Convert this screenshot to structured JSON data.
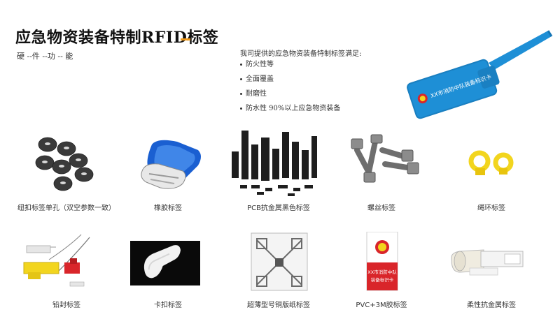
{
  "header": {
    "title": "应急物资装备特制RFID标签",
    "subtitle": "硬 --件 --功 -- 能"
  },
  "intro": {
    "text": "我司提供的应急物资装备特制标签满足:",
    "features": [
      "防火性等",
      "全面覆盖",
      "耐磨性",
      "防水性 90%以上应急物资装备"
    ]
  },
  "hero": {
    "tag_text": "XX市消防中队装备标识卡"
  },
  "products": [
    {
      "label": "纽扣标签单孔（双空参数一致）",
      "icon": "button-tags-icon"
    },
    {
      "label": "橡胶标签",
      "icon": "rubber-tag-icon"
    },
    {
      "label": "PCB抗金属黑色标签",
      "icon": "pcb-tags-icon"
    },
    {
      "label": "螺丝标签",
      "icon": "screw-tags-icon"
    },
    {
      "label": "绳环标签",
      "icon": "rope-ring-tag-icon"
    },
    {
      "label": "铅封标签",
      "icon": "seal-tag-icon"
    },
    {
      "label": "卡扣标签",
      "icon": "clip-tag-icon"
    },
    {
      "label": "超薄型号铜版纸标签",
      "icon": "paper-label-icon"
    },
    {
      "label": "PVC+3M胶标签",
      "icon": "pvc-card-icon",
      "card_text_1": "XX市消防中队",
      "card_text_2": "装备标识卡"
    },
    {
      "label": "柔性抗金属标签",
      "icon": "flexible-tag-icon"
    }
  ],
  "colors": {
    "accent": "#f29a18",
    "tag_blue": "#1e8fd6",
    "seal_yellow": "#f2d51e",
    "seal_red": "#d9252a"
  }
}
